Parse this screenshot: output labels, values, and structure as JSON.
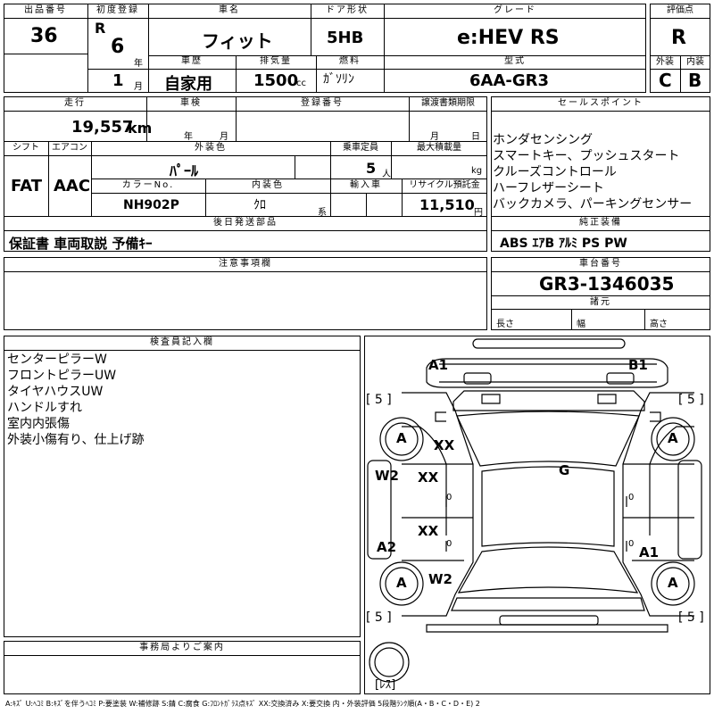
{
  "header": {
    "lot_label": "出品番号",
    "lot_value": "36",
    "first_reg_label": "初度登録",
    "era": "R",
    "year_value": "6",
    "year_unit": "年",
    "month_value": "1",
    "month_unit": "月",
    "model_label": "車名",
    "model_value": "フィット",
    "door_label": "ドア形状",
    "door_value": "5HB",
    "grade_label": "グレード",
    "grade_value": "e:HEV RS",
    "score_label": "評価点",
    "score_value": "R",
    "history_label": "車歴",
    "history_value": "自家用",
    "displacement_label": "排気量",
    "displacement_value": "1500",
    "displacement_unit": "cc",
    "fuel_label": "燃料",
    "fuel_value": "ｶﾞｿﾘﾝ",
    "type_label": "型式",
    "type_value": "6AA-GR3",
    "exterior_label": "外装",
    "exterior_value": "C",
    "interior_label": "内装",
    "interior_value": "B"
  },
  "row2": {
    "mileage_label": "走行",
    "mileage_value": "19,557",
    "mileage_unit": "km",
    "inspection_label": "車検",
    "inspection_year_unit": "年",
    "inspection_month_unit": "月",
    "reg_no_label": "登録番号",
    "transfer_label": "譲渡書類期限",
    "transfer_month_unit": "月",
    "transfer_day_unit": "日",
    "shift_label": "シフト",
    "shift_value": "FAT",
    "ac_label": "エアコン",
    "ac_value": "AAC",
    "ext_color_label": "外装色",
    "ext_color_value": "ﾊﾟｰﾙ",
    "capacity_label": "乗車定員",
    "capacity_value": "5",
    "capacity_unit": "人",
    "max_load_label": "最大積載量",
    "max_load_unit": "kg",
    "color_no_label": "カラーNo.",
    "color_no_value": "NH902P",
    "int_color_label": "内装色",
    "int_color_value": "ｸﾛ",
    "int_color_unit": "系",
    "import_label": "輸入車",
    "recycle_label": "リサイクル預託金",
    "recycle_value": "11,510",
    "recycle_unit": "円",
    "later_parts_label": "後日発送部品",
    "later_parts_value": "保証書 車両取説 予備ｷｰ"
  },
  "sales": {
    "label": "セールスポイント",
    "points": [
      "ホンダセンシング",
      "スマートキー、プッシュスタート",
      "クルーズコントロール",
      "ハーフレザーシート",
      "バックカメラ、パーキングセンサー"
    ]
  },
  "equipment": {
    "label": "純正装備",
    "value": "ABS ｴｱB ｱﾙﾐ PS PW"
  },
  "notes": {
    "label": "注意事項欄"
  },
  "chassis": {
    "label": "車台番号",
    "value": "GR3-1346035",
    "spec_label": "諸元",
    "length_label": "長さ",
    "width_label": "幅",
    "height_label": "高さ"
  },
  "inspector": {
    "label": "検査員記入欄",
    "lines": [
      "センターピラーW",
      "フロントピラーUW",
      "タイヤハウスUW",
      "ハンドルすれ",
      "室内内張傷",
      "外装小傷有り、仕上げ跡"
    ]
  },
  "office": {
    "label": "事務局よりご案内"
  },
  "diagram": {
    "fl_tyre_tread": "[ 5 ]",
    "fr_tyre_tread": "[ 5 ]",
    "rl_tyre_tread": "[ 5 ]",
    "rr_tyre_tread": "[ 5 ]",
    "spare_label": "[ﾚｽ]",
    "mark_a1_front": "A1",
    "mark_b1": "B1",
    "mark_a_fl": "A",
    "mark_a_fr": "A",
    "mark_xx_fender": "XX",
    "mark_g": "G",
    "mark_w2_left": "W2",
    "mark_xx_front_door": "XX",
    "mark_xx_rear_door": "XX",
    "mark_a2": "A2",
    "mark_a1_rear": "A1",
    "mark_a_rl": "A",
    "mark_w2_rear": "W2",
    "mark_a_rr": "A",
    "zero_1": "0",
    "zero_2": "0",
    "zero_3": "0",
    "zero_4": "0"
  },
  "legend": {
    "text": "A:ｷｽﾞ U:ﾍｺﾐ B:ｷｽﾞを伴うﾍｺﾐ P:要塗装 W:補修跡 S:錆 C:腐食 G:ﾌﾛﾝﾄｶﾞﾗｽ点ｷｽﾞ XX:交換済み X:要交換  内・外装評価 5段階ﾗﾝｸ順(A・B・C・D・E) 2"
  }
}
